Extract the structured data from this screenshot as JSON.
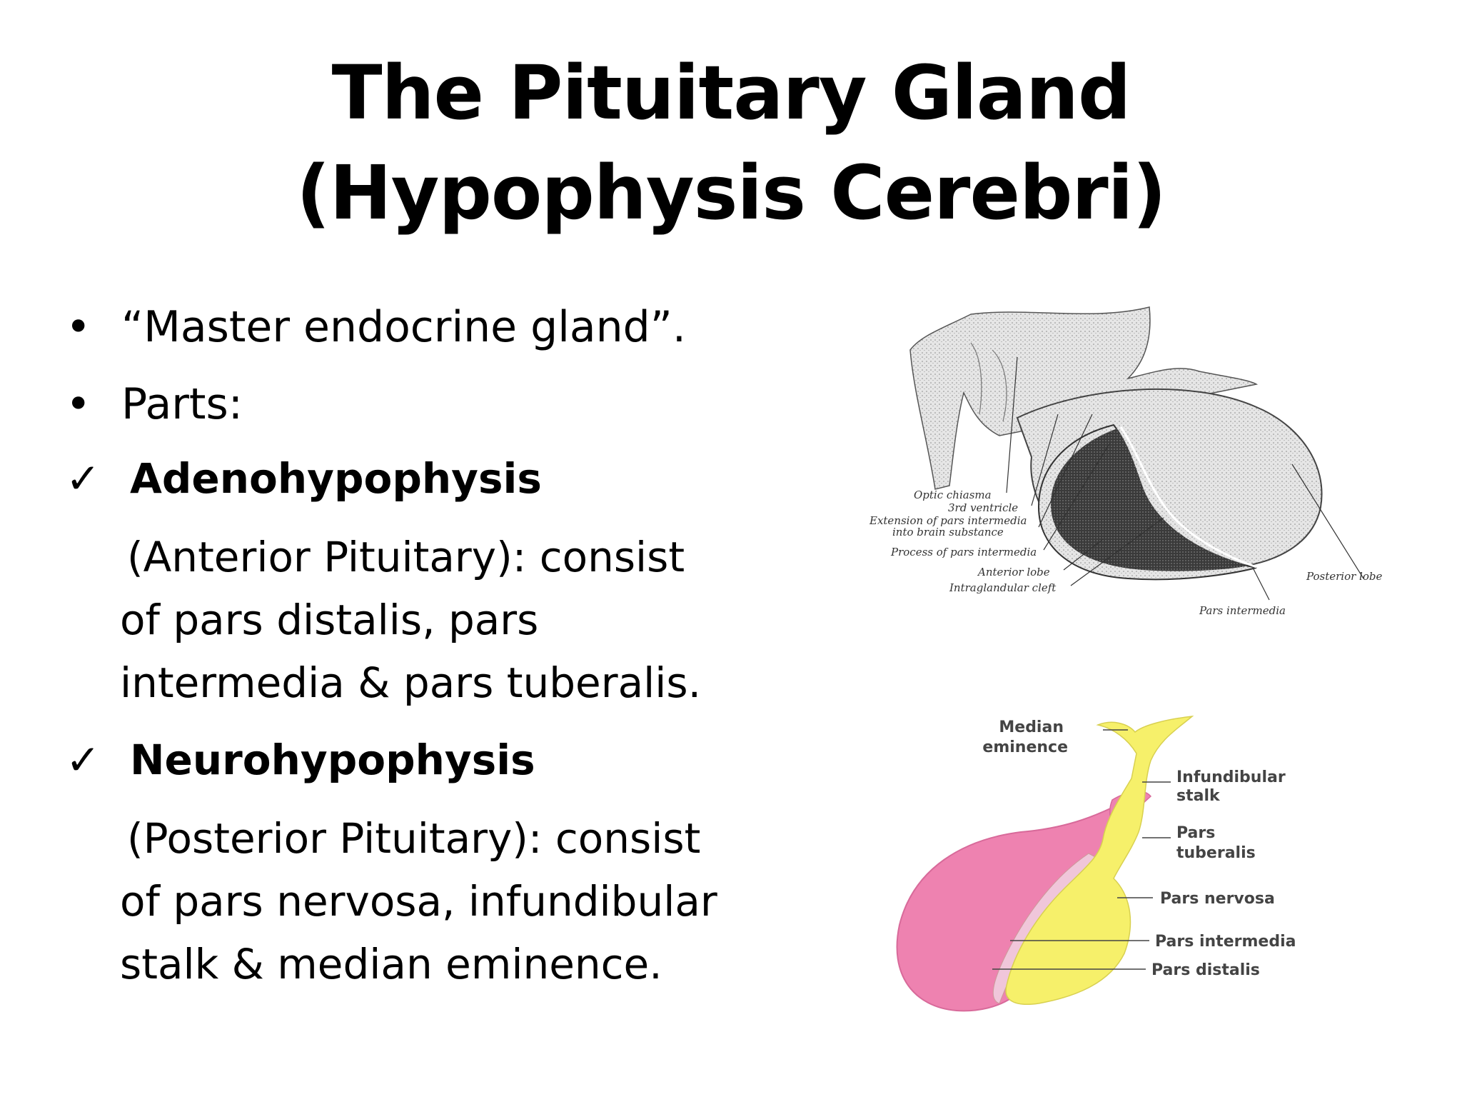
{
  "title": {
    "line1": "The Pituitary Gland",
    "line2": "(Hypophysis Cerebri)"
  },
  "bullets": [
    {
      "marker": "•",
      "text": "“Master endocrine gland”."
    },
    {
      "marker": "•",
      "text": "Parts:"
    }
  ],
  "sections": [
    {
      "marker": "✓",
      "heading": "Adenohypophysis",
      "lines": [
        "(Anterior Pituitary): consist",
        "of pars distalis, pars",
        "intermedia & pars tuberalis."
      ]
    },
    {
      "marker": "✓",
      "heading": "Neurohypophysis",
      "lines": [
        "(Posterior Pituitary): consist",
        "of pars nervosa, infundibular",
        "stalk & median eminence."
      ]
    }
  ],
  "diagram1": {
    "labels": {
      "optic_chiasma": "Optic chiasma",
      "third_ventricle": "3rd ventricle",
      "extension_1": "Extension of pars intermedia",
      "extension_2": "into brain substance",
      "process": "Process of pars intermedia",
      "anterior_lobe": "Anterior lobe",
      "cleft": "Intraglandular cleft",
      "posterior_lobe": "Posterior lobe",
      "pars_intermedia": "Pars intermedia"
    }
  },
  "diagram2": {
    "labels": {
      "median_1": "Median",
      "median_2": "eminence",
      "infundibular_1": "Infundibular",
      "infundibular_2": "stalk",
      "tuberalis_1": "Pars",
      "tuberalis_2": "tuberalis",
      "nervosa": "Pars nervosa",
      "intermedia": "Pars intermedia",
      "distalis": "Pars distalis"
    },
    "colors": {
      "pars_distalis": "#ee82b0",
      "pars_nervosa": "#f6f06a",
      "pars_intermedia": "#f0c6da"
    }
  }
}
